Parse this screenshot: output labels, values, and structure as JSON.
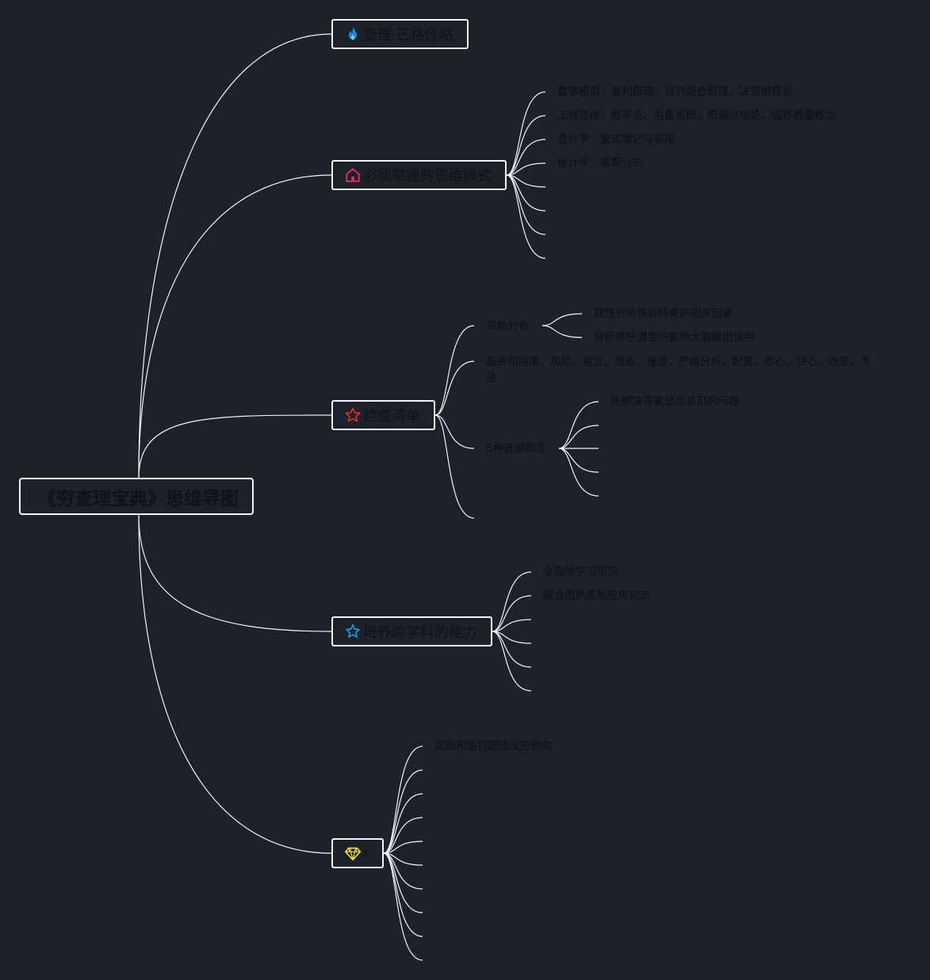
{
  "root": {
    "label": "《穷查理宝典》思维导图"
  },
  "branches": {
    "b1": {
      "label": "查理·芒格传略",
      "icon": "flame-icon",
      "icon_color": "#1e8fe0"
    },
    "b2": {
      "label": "必须掌握的思维模式",
      "icon": "home-icon",
      "icon_color": "#e0306a",
      "items": [
        "数学模型：复利原理、排列组合原理、决策树理论",
        "工程思维：概率论、后备系统、断裂点理论、临界质量概念",
        "合计学：复式簿记与局限",
        "统计学：高斯分布"
      ]
    },
    "b3": {
      "label": "检查清单",
      "icon": "star-outline-icon",
      "icon_color": "#e0302a",
      "sub1": {
        "label": "双轨分析",
        "items": [
          "理性分析导致结果的相关因素",
          "分析哪些潜意识影响大脑做出误判"
        ]
      },
      "sub2": {
        "label": "投资和决策：风险、独立、准备、谦虚、严格分析、配置、耐心、决心、改变、专注"
      },
      "sub3": {
        "label": "5种普遍观念",
        "items": [
          "先解决答案显而易见的问题"
        ]
      }
    },
    "b4": {
      "label": "培养跨学科的能力",
      "icon": "star-icon",
      "icon_color": "#1a9be6",
      "items": [
        "全面地学习知识",
        "综合而熟练地应用知识"
      ]
    },
    "b5": {
      "label": "s",
      "icon": "diamond-icon",
      "icon_color": "#f2e23a",
      "items": [
        "奖励和惩罚超级反应倾向"
      ]
    }
  },
  "colors": {
    "background": "#1c212a",
    "line": "#f2f4f7"
  }
}
